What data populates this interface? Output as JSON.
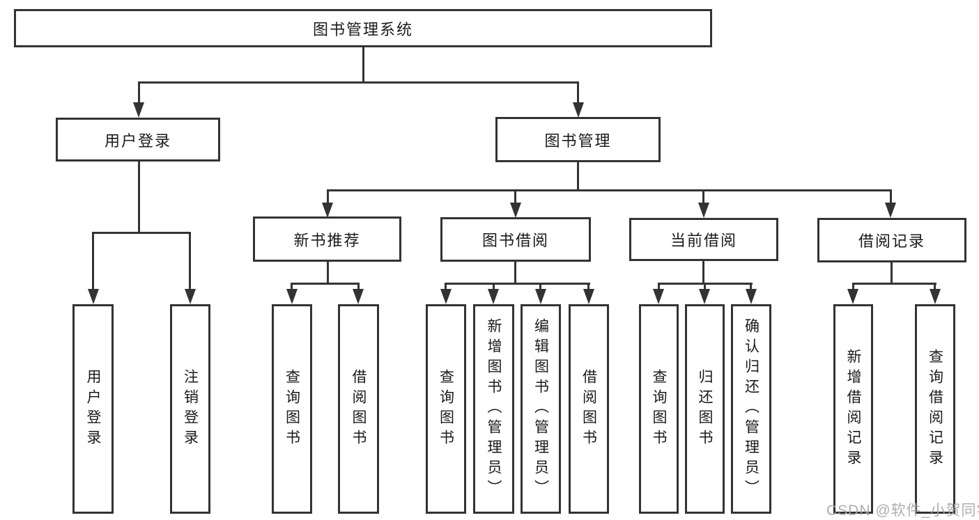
{
  "diagram": {
    "watermark": "CSDN @软件_小贺同学",
    "colors": {
      "line": "#333333",
      "text": "#1a1a1a",
      "background": "#ffffff",
      "watermark": "#a5a5a5"
    },
    "tree": {
      "label": "图书管理系统",
      "children": [
        {
          "label": "用户登录",
          "children": [
            {
              "label": "用户登录"
            },
            {
              "label": "注销登录"
            }
          ]
        },
        {
          "label": "图书管理",
          "children": [
            {
              "label": "新书推荐",
              "children": [
                {
                  "label": "查询图书"
                },
                {
                  "label": "借阅图书"
                }
              ]
            },
            {
              "label": "图书借阅",
              "children": [
                {
                  "label": "查询图书"
                },
                {
                  "label": "新增图书（管理员）"
                },
                {
                  "label": "编辑图书（管理员）"
                },
                {
                  "label": "借阅图书"
                }
              ]
            },
            {
              "label": "当前借阅",
              "children": [
                {
                  "label": "查询图书"
                },
                {
                  "label": "归还图书"
                },
                {
                  "label": "确认归还（管理员）"
                }
              ]
            },
            {
              "label": "借阅记录",
              "children": [
                {
                  "label": "新增借阅记录"
                },
                {
                  "label": "查询借阅记录"
                }
              ]
            }
          ]
        }
      ]
    }
  }
}
